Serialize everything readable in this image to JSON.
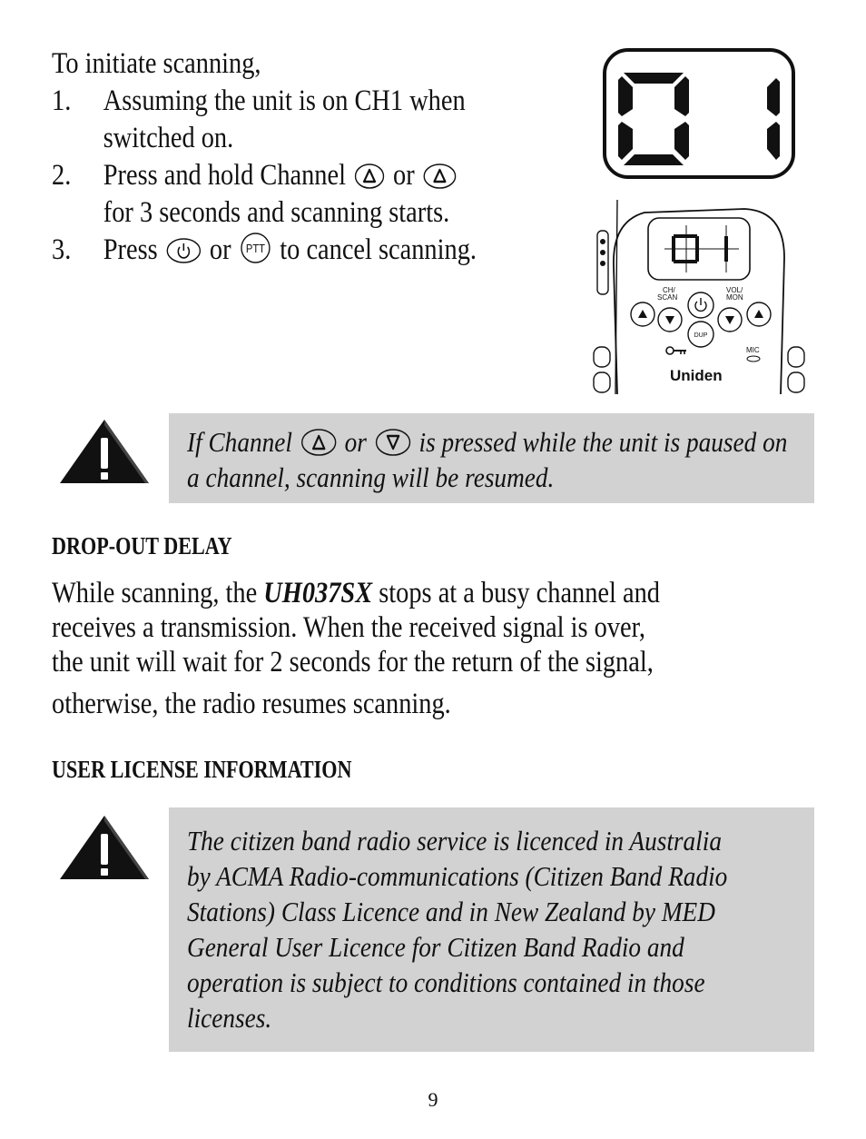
{
  "intro": {
    "lead": "To initiate scanning,",
    "steps": [
      {
        "num": "1.",
        "text": "Assuming the unit is on CH1 when switched on."
      },
      {
        "num": "2.",
        "pre": "Press and hold Channel",
        "mid": "or",
        "post": "for 3 seconds and scanning starts."
      },
      {
        "num": "3.",
        "pre": "Press",
        "mid": "or",
        "post": "to cancel scanning."
      }
    ]
  },
  "lcd": {
    "channel": "01"
  },
  "radio": {
    "ch_scan_label": [
      "CH/",
      "SCAN"
    ],
    "vol_mon_label": [
      "VOL/",
      "MON"
    ],
    "dup_label": "DUP",
    "mic_label": "MIC",
    "brand": "Uniden"
  },
  "icons": {
    "ptt_label": "PTT"
  },
  "note1": {
    "pre": "If Channel",
    "mid": "or",
    "post": "is pressed while the unit is paused on a channel, scanning will be resumed."
  },
  "section1": {
    "heading": "DROP-OUT DELAY",
    "line1_pre": "While scanning, the",
    "model": "UH037SX",
    "line1_post": "stops at a busy channel and",
    "line2": "receives a transmission. When the received signal is over,",
    "line3": "the unit will wait for 2 seconds for the return of the signal,",
    "line4": "otherwise, the radio resumes scanning."
  },
  "section2": {
    "heading": "USER LICENSE INFORMATION",
    "note": [
      "The citizen band radio service is licenced in Australia",
      "by ACMA Radio-communications (Citizen Band Radio",
      "Stations) Class Licence and in New Zealand by MED",
      "General User Licence for Citizen Band Radio and",
      "operation is subject to conditions contained in those",
      "licenses."
    ]
  },
  "page_number": "9",
  "colors": {
    "note_bg": "#d2d2d2",
    "ink": "#111111"
  }
}
